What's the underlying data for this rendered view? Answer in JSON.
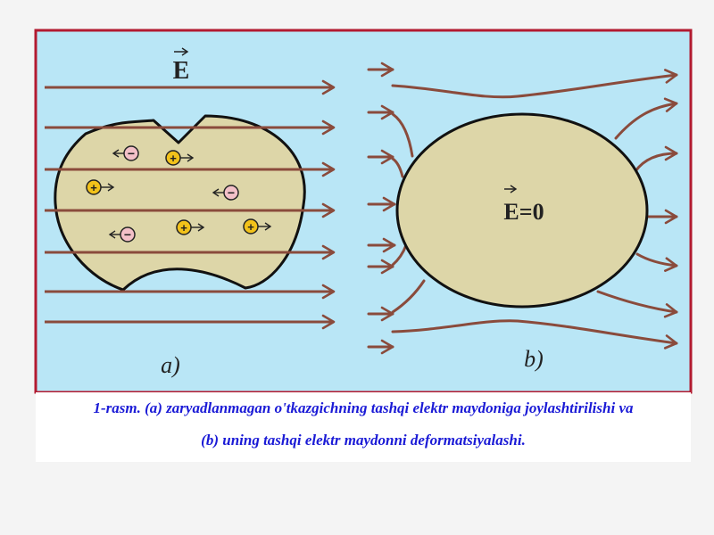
{
  "colors": {
    "background": "#b9e6f6",
    "frame": "#b21a30",
    "field_line": "#8a4b3c",
    "conductor_fill": "#ddd6a8",
    "positive_charge": "#f2c21a",
    "negative_charge": "#f3c0c8",
    "caption_text": "#1a1ad6"
  },
  "panel_a": {
    "field_label": "E",
    "label": "a)",
    "positive_sign": "+",
    "negative_sign": "−"
  },
  "panel_b": {
    "field_label": "E=0",
    "label": "b)"
  },
  "caption": {
    "line1": "1-rasm. (a)  zaryadlanmagan o'tkazgichning tashqi elektr maydoniga joylashtirilishi va",
    "line2": "(b) uning tashqi elektr maydonni deformatsiyalashi."
  }
}
